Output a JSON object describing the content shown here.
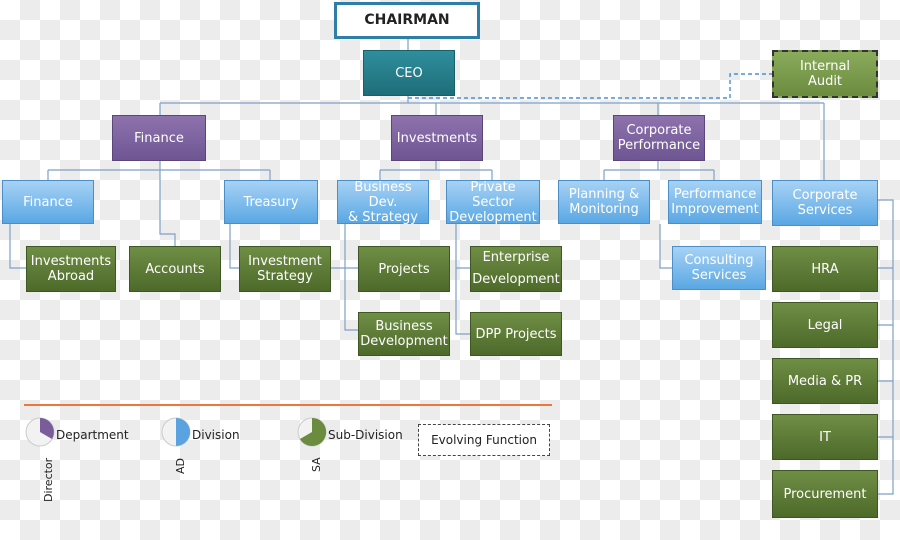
{
  "org": {
    "chairman": "CHAIRMAN",
    "ceo": "CEO",
    "internal_audit": "Internal\nAudit",
    "divisions": {
      "finance": "Finance",
      "investments": "Investments",
      "corporate_performance": "Corporate\nPerformance"
    },
    "subdivisions": {
      "finance": "Finance",
      "treasury": "Treasury",
      "business_dev_strategy": "Business Dev.\n& Strategy",
      "private_sector_development": "Private Sector\nDevelopment",
      "planning_monitoring": "Planning &\nMonitoring",
      "performance_improvement": "Performance\nImprovement",
      "corporate_services": "Corporate\nServices",
      "consulting_services": "Consulting\nServices"
    },
    "departments": {
      "investments_abroad": "Investments\nAbroad",
      "accounts": "Accounts",
      "investment_strategy": "Investment\nStrategy",
      "projects": "Projects",
      "business_development": "Business\nDevelopment",
      "enterprise_development": "Enterprise\nDevelopment",
      "dpp_projects": "DPP Projects",
      "hra": "HRA",
      "legal": "Legal",
      "media_pr": "Media & PR",
      "it": "IT",
      "procurement": "Procurement"
    }
  },
  "legend": {
    "department": "Department",
    "division": "Division",
    "sub_division": "Sub-Division",
    "evolving_function": "Evolving Function",
    "director": "Director",
    "ad": "AD",
    "sa": "SA"
  },
  "colors": {
    "connector": "#7fa0c8",
    "audit_connector": "#4a90d0",
    "legend_rule": "#e8793a"
  }
}
